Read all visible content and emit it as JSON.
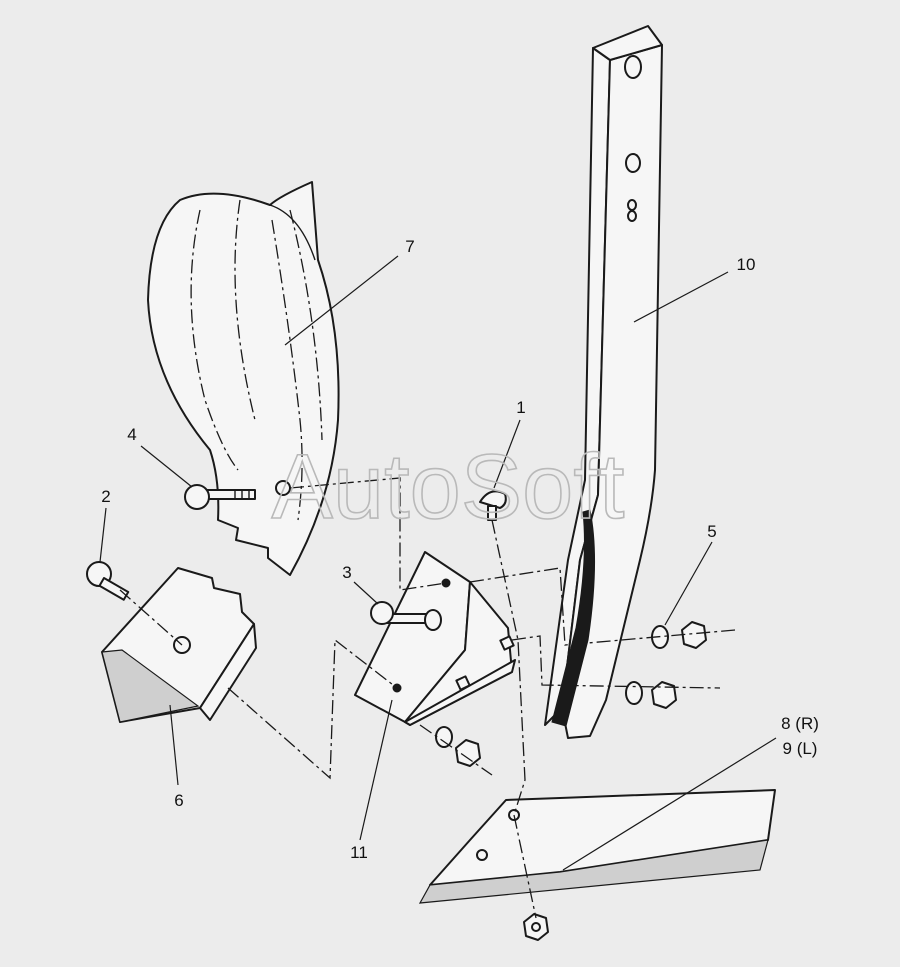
{
  "watermark": "AutoSoft",
  "callouts": [
    {
      "id": "1",
      "text": "1"
    },
    {
      "id": "2",
      "text": "2"
    },
    {
      "id": "3",
      "text": "3"
    },
    {
      "id": "4",
      "text": "4"
    },
    {
      "id": "5",
      "text": "5"
    },
    {
      "id": "6",
      "text": "6"
    },
    {
      "id": "7",
      "text": "7"
    },
    {
      "id": "8",
      "text": "8 (R)"
    },
    {
      "id": "9",
      "text": "9 (L)"
    },
    {
      "id": "10",
      "text": "10"
    },
    {
      "id": "11",
      "text": "11"
    }
  ]
}
